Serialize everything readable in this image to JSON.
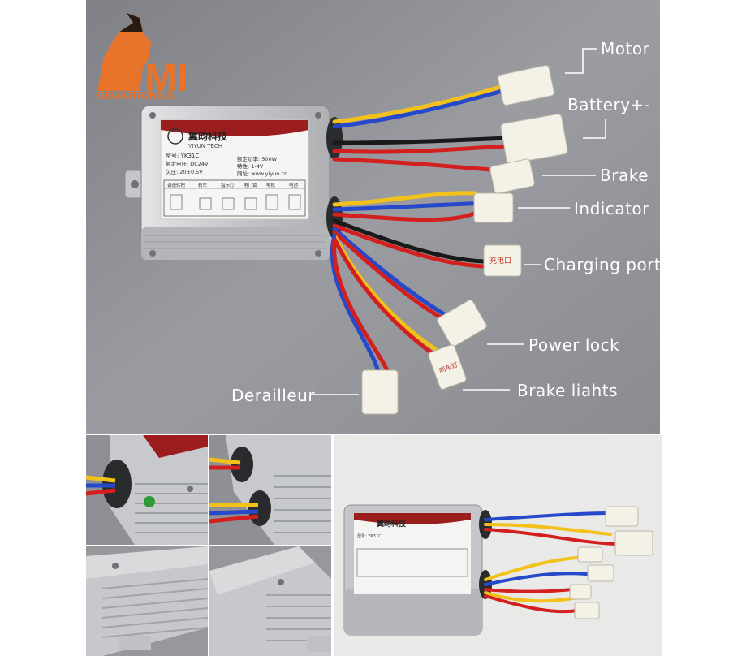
{
  "brand": {
    "logo_text": "MEGATRONICS",
    "logo_mark": "MI"
  },
  "controller": {
    "brand_cn": "翼昀科技",
    "brand_en": "YIYUN TECH",
    "model": "型号: YK31C",
    "rated_voltage": "额定电压: DC24V",
    "undervoltage": "欠压: 20±0.5V",
    "rated_power": "额定功率: 500W",
    "features": "特性: 1-4V",
    "website": "网址: www.yiyun.cn",
    "terminal_labels": [
      "调速转把",
      "刹车",
      "指示灯",
      "电门锁",
      "电机",
      "电池"
    ]
  },
  "labels": {
    "motor": "Motor",
    "battery": "Battery+-",
    "brake": "Brake",
    "indicator": "Indicator",
    "charging_port": "Charging port",
    "power_lock": "Power lock",
    "brake_lights": "Brake liahts",
    "derailleur": "Derailleur"
  },
  "connector_tags": {
    "charging_port": "充电口",
    "brake_lights": "刹车灯"
  },
  "colors": {
    "background_main": "#8f9196",
    "housing": "#c9cbcd",
    "label_text": "#ffffff",
    "logo_orange": "#e8732a",
    "wire_red": "#d41f1f",
    "wire_blue": "#2649c9",
    "wire_yellow": "#f2c21a",
    "wire_black": "#1a1a1a",
    "connector": "#f4f1e6"
  }
}
